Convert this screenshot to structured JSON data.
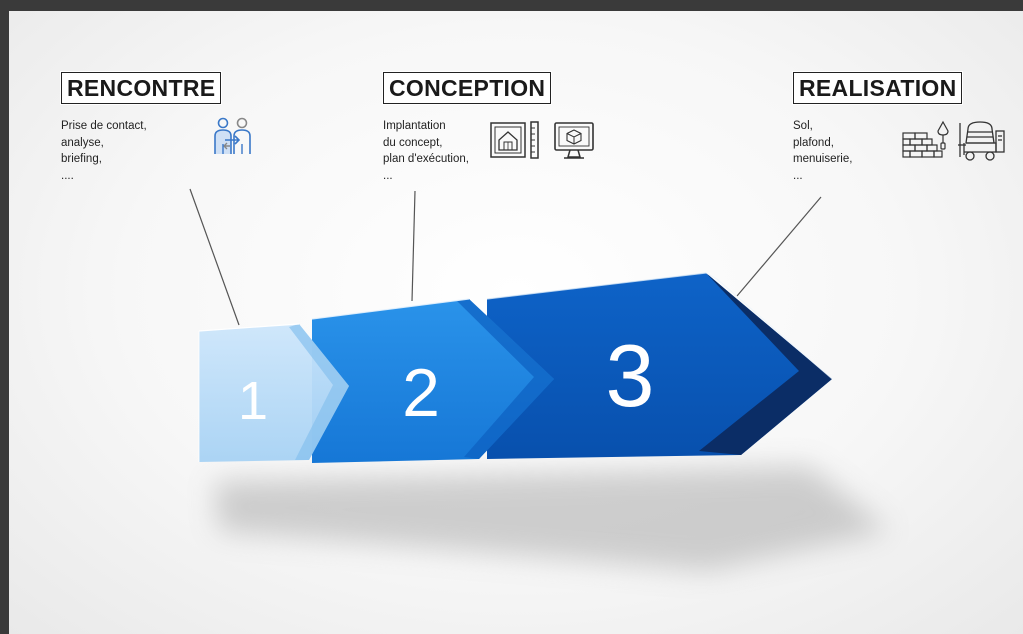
{
  "stages": [
    {
      "title": "RENCONTRE",
      "lines": [
        "Prise de contact,",
        "analyse,",
        "briefing,",
        "...."
      ],
      "number": "1",
      "color": "#b9dcf7",
      "icons": [
        "meeting-people-icon"
      ]
    },
    {
      "title": "CONCEPTION",
      "lines": [
        "Implantation",
        "du concept,",
        "plan d'exécution,",
        "..."
      ],
      "number": "2",
      "color": "#1d87e4",
      "icons": [
        "blueprint-icon",
        "monitor-3d-icon"
      ]
    },
    {
      "title": "REALISATION",
      "lines": [
        "Sol,",
        "plafond,",
        "menuiserie,",
        "..."
      ],
      "number": "3",
      "color": "#0a5bbf",
      "icons": [
        "brick-wall-trowel-icon",
        "cement-mixer-icon"
      ]
    }
  ],
  "colors": {
    "arrow3_dark": "#0b2d66",
    "icon_blue": "#3a78c8"
  }
}
